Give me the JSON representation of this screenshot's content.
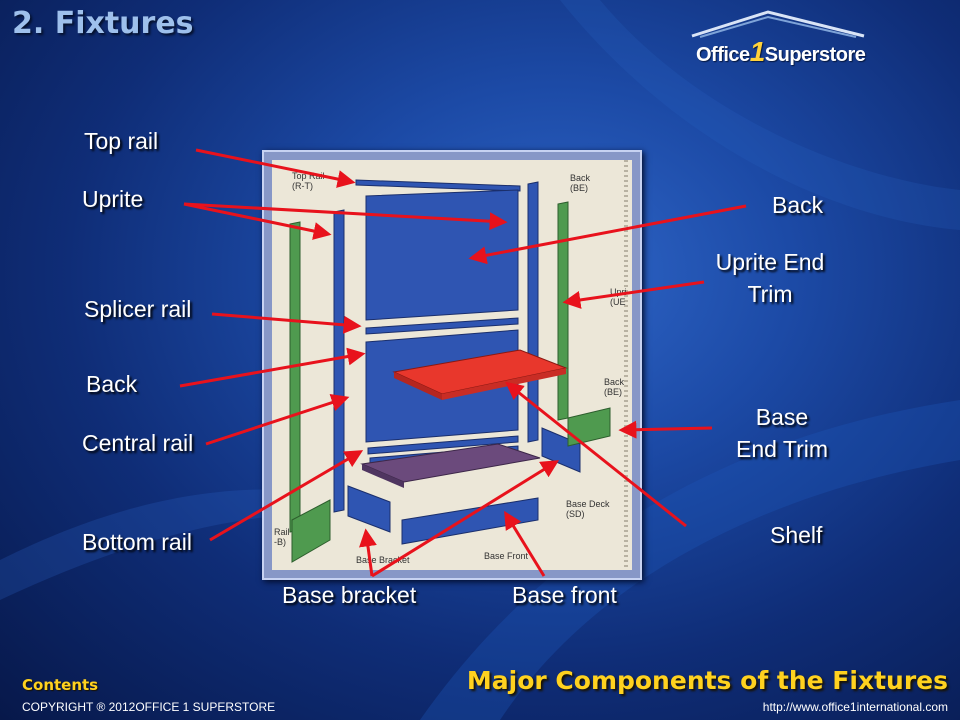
{
  "slide": {
    "title": "2. Fixtures",
    "footer_title": "Major Components of the Fixtures",
    "contents_link": "Contents",
    "copyright": "COPYRIGHT ® 2012OFFICE 1 SUPERSTORE",
    "url": "http://www.office1international.com"
  },
  "logo": {
    "word_left": "Office",
    "digit": "1",
    "word_right": "Superstore"
  },
  "labels": {
    "top_rail": "Top rail",
    "uprite": "Uprite",
    "splicer_rail": "Splicer rail",
    "back_left": "Back",
    "central_rail": "Central rail",
    "bottom_rail": "Bottom rail",
    "base_bracket": "Base bracket",
    "base_front": "Base front",
    "back_right": "Back",
    "uprite_end_trim_line1": "Uprite End",
    "uprite_end_trim_line2": "Trim",
    "base_end_trim_line1": "Base",
    "base_end_trim_line2": "End Trim",
    "shelf": "Shelf"
  },
  "picture_text": {
    "top_rail_a": "Top Rail",
    "top_rail_b": "(R-T)",
    "back_be_a": "Back",
    "back_be_b": "(BE)",
    "upright_a": "Upri",
    "upright_b": "(UE",
    "back_be2_a": "Back",
    "back_be2_b": "(BE)",
    "base_deck_a": "Base Deck",
    "base_deck_b": "(SD)",
    "base_front": "Base Front",
    "base_bracket": "Base Bracket",
    "rail_a": "Rail",
    "rail_b": "-B)"
  },
  "colors": {
    "arrow": "#e8121c",
    "panel": "#2f55b2",
    "shelf": "#e8372c",
    "deck": "#6b4a7c",
    "trim": "#4f9a4f",
    "title": "#9ec0ec",
    "footer": "#ffd21f"
  }
}
